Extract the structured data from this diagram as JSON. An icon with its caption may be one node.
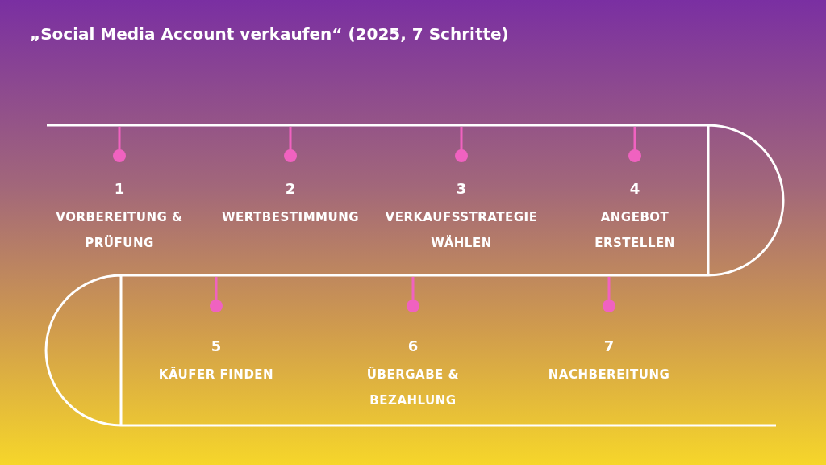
{
  "diagram": {
    "title": "„Social Media Account verkaufen“ (2025, 7 Schritte)",
    "labels": [
      "1",
      "VORBEREITUNG & PRÜFUNG",
      "2",
      "WERTBESTIMMUNG",
      "3",
      "VERKAUFSSTRATEGIE WÄHLEN",
      "4",
      "ANGEBOT ERSTELLEN",
      "5",
      "KÄUFER FINDEN",
      "6",
      "ÜBERGABE & BEZAHLUNG",
      "7",
      "NACHBEREITUNG"
    ]
  }
}
